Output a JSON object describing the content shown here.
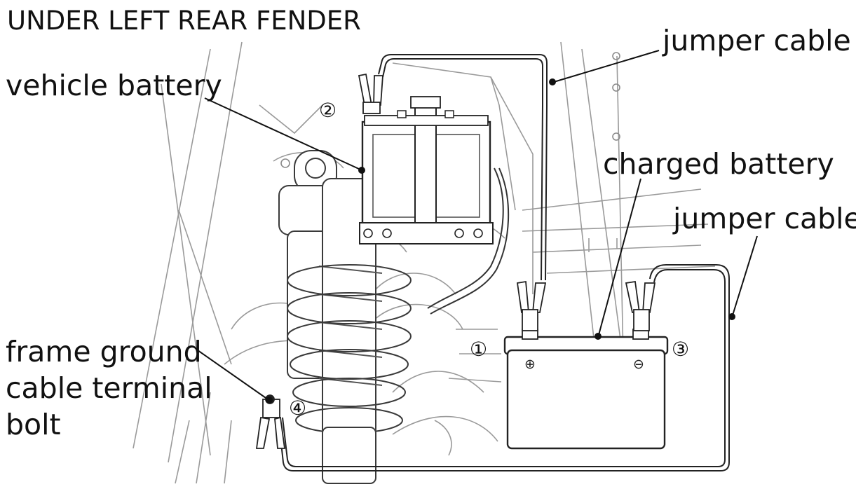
{
  "diagram": {
    "title": "UNDER LEFT REAR FENDER",
    "labels": {
      "jumper_cable_top": "jumper cable",
      "vehicle_battery": "vehicle battery",
      "charged_battery": "charged battery",
      "jumper_cable_right": "jumper cable",
      "frame_ground_line1": "frame ground",
      "frame_ground_line2": "cable terminal",
      "frame_ground_line3": "bolt"
    },
    "step_markers": [
      "①",
      "②",
      "③",
      "④"
    ],
    "terminal_signs": {
      "positive": "⊕",
      "negative": "⊖"
    }
  }
}
